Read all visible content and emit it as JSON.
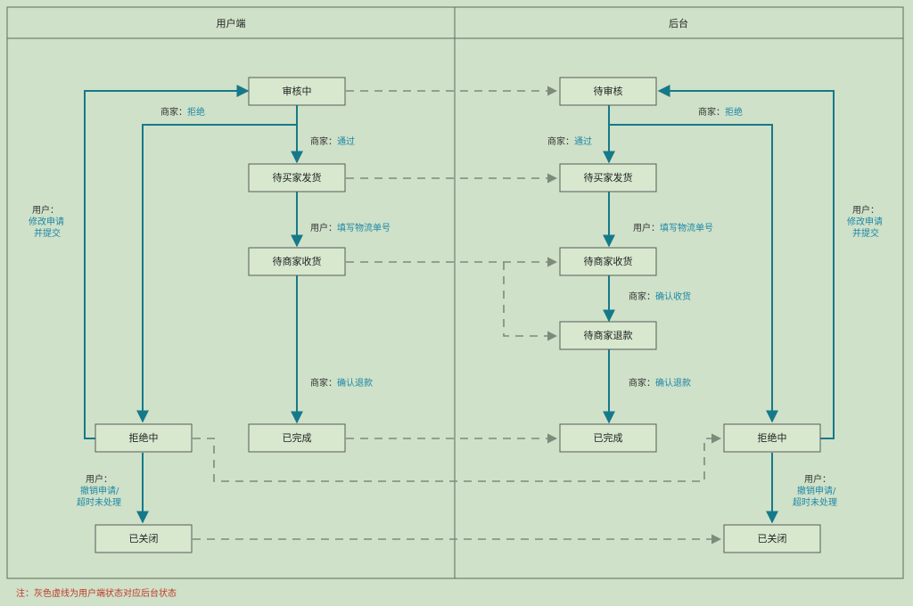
{
  "columns": {
    "left": "用户端",
    "right": "后台"
  },
  "left_nodes": {
    "review": "审核中",
    "awaiting_buyer_ship": "待买家发货",
    "awaiting_merchant_receive": "待商家收货",
    "rejecting": "拒绝中",
    "completed": "已完成",
    "closed": "已关闭"
  },
  "right_nodes": {
    "pending_review": "待审核",
    "awaiting_buyer_ship": "待买家发货",
    "awaiting_merchant_receive": "待商家收货",
    "awaiting_merchant_refund": "待商家退款",
    "completed": "已完成",
    "rejecting": "拒绝中",
    "closed": "已关闭"
  },
  "labels": {
    "merchant": "商家：",
    "reject": "拒绝",
    "pass": "通过",
    "user": "用户：",
    "fill_tracking": "填写物流单号",
    "confirm_receipt": "确认收货",
    "confirm_refund": "确认退款",
    "modify_line1": "修改申请",
    "modify_line2": "并提交",
    "cancel_line1": "撤销申请/",
    "cancel_line2": "超时未处理"
  },
  "footnote": "注：灰色虚线为用户端状态对应后台状态",
  "colors": {
    "flow": "#16798a",
    "dashed": "#7d8a7c",
    "note": "#c0392b"
  }
}
